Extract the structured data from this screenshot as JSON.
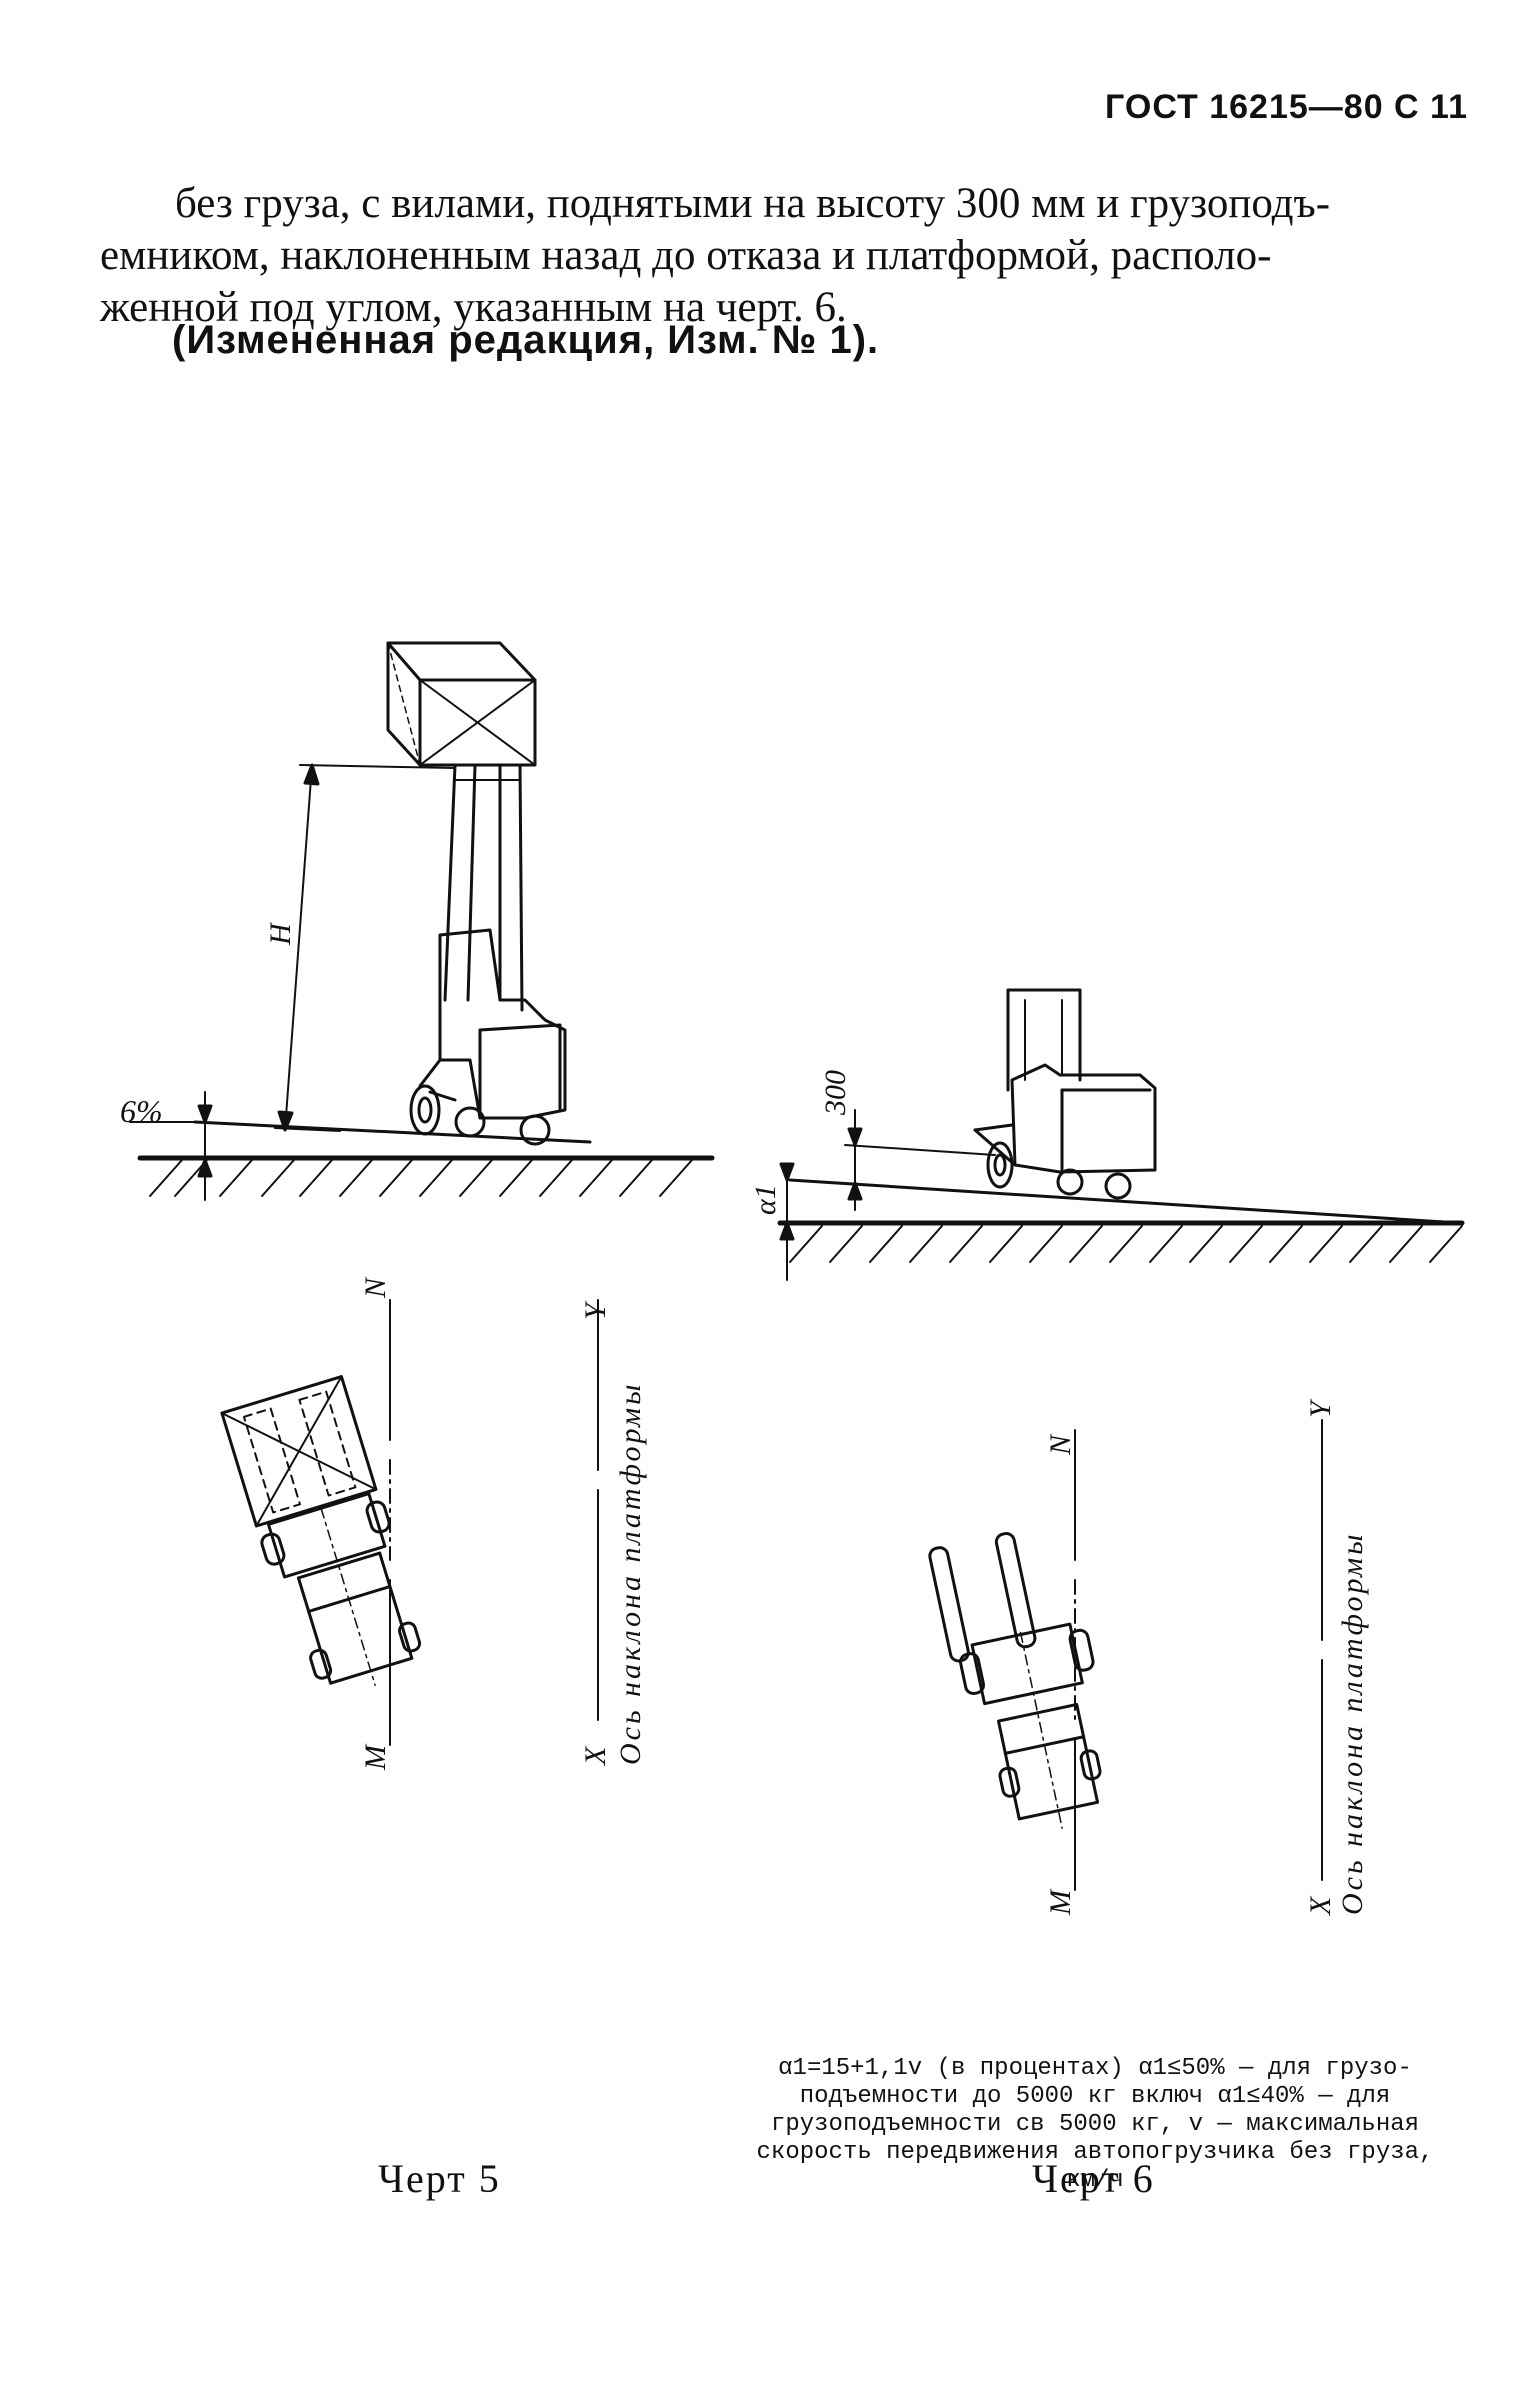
{
  "header": "ГОСТ 16215—80 С 11",
  "paragraph_lines": [
    "без груза, с вилами, поднятыми на высоту 300 мм и грузоподъ-",
    "емником, наклоненным назад до отказа и платформой, располо-",
    "женной под углом, указанным на черт. 6."
  ],
  "amendment": "(Измененная редакция, Изм. № 1).",
  "figure5": {
    "slope_label": "6%",
    "height_label": "H",
    "axis_n": "N",
    "axis_m": "M",
    "axis_y": "Y",
    "axis_x": "X",
    "axis_caption": "Ось наклона платформы",
    "caption": "Черт 5"
  },
  "figure6": {
    "height_label": "300",
    "angle_label": "α1",
    "axis_n": "N",
    "axis_m": "M",
    "axis_y": "Y",
    "axis_x": "X",
    "axis_caption": "Ось наклона платформы",
    "formula_lines": [
      "α1=15+1,1v (в процентах) α1≤50% — для грузо-",
      "подъемности до 5000 кг включ α1≤40% — для",
      "грузоподъемности св 5000 кг, v — максимальная",
      "скорость передвижения автопогрузчика без груза,",
      "км/ч"
    ],
    "caption": "Черт 6"
  }
}
